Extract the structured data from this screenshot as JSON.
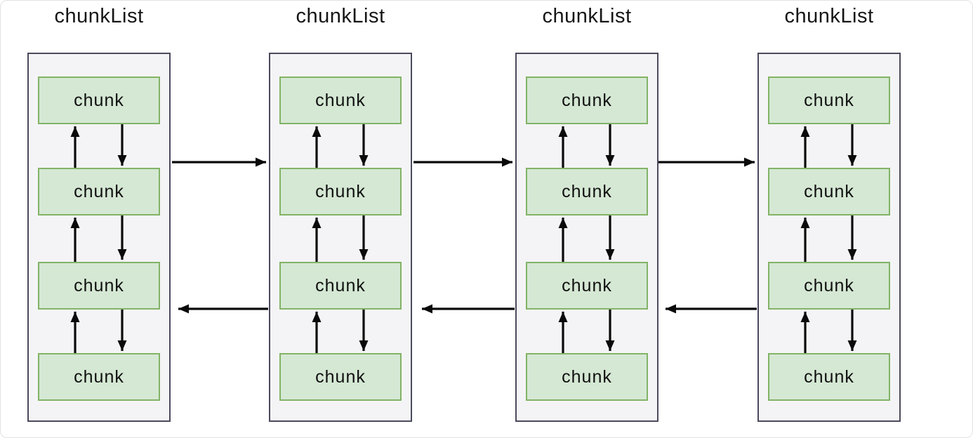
{
  "diagram": {
    "columns": [
      {
        "title": "chunkList",
        "chunks": [
          "chunk",
          "chunk",
          "chunk",
          "chunk"
        ]
      },
      {
        "title": "chunkList",
        "chunks": [
          "chunk",
          "chunk",
          "chunk",
          "chunk"
        ]
      },
      {
        "title": "chunkList",
        "chunks": [
          "chunk",
          "chunk",
          "chunk",
          "chunk"
        ]
      },
      {
        "title": "chunkList",
        "chunks": [
          "chunk",
          "chunk",
          "chunk",
          "chunk"
        ]
      }
    ],
    "colors": {
      "chunk_fill": "#d5e8d4",
      "chunk_border": "#82b366",
      "list_fill": "#f4f4f6",
      "list_border": "#4a4a5c",
      "arrow": "#0a0a0a"
    }
  }
}
